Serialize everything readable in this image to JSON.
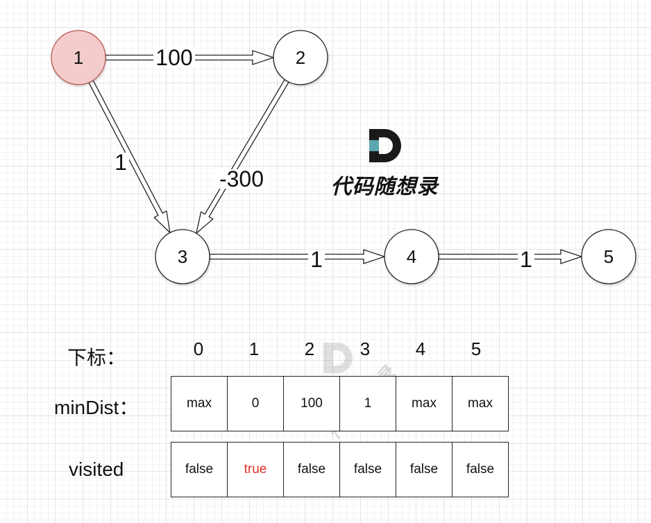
{
  "graph": {
    "nodes": [
      {
        "id": "1",
        "label": "1",
        "highlighted": true
      },
      {
        "id": "2",
        "label": "2",
        "highlighted": false
      },
      {
        "id": "3",
        "label": "3",
        "highlighted": false
      },
      {
        "id": "4",
        "label": "4",
        "highlighted": false
      },
      {
        "id": "5",
        "label": "5",
        "highlighted": false
      }
    ],
    "edges": [
      {
        "from": "1",
        "to": "2",
        "weight": "100"
      },
      {
        "from": "1",
        "to": "3",
        "weight": "1"
      },
      {
        "from": "2",
        "to": "3",
        "weight": "-300"
      },
      {
        "from": "3",
        "to": "4",
        "weight": "1"
      },
      {
        "from": "4",
        "to": "5",
        "weight": "1"
      }
    ]
  },
  "logo": {
    "text": "代码随想录",
    "mark": "D"
  },
  "table": {
    "index_label": "下标：",
    "mindist_label": "minDist：",
    "visited_label": "visited",
    "indices": [
      "0",
      "1",
      "2",
      "3",
      "4",
      "5"
    ],
    "mindist": [
      "max",
      "0",
      "100",
      "1",
      "max",
      "max"
    ],
    "visited": [
      "false",
      "true",
      "false",
      "false",
      "false",
      "false"
    ]
  },
  "colors": {
    "highlight_fill": "#f4cccc",
    "highlight_stroke": "#b85450",
    "true_text": "#e0302a",
    "logo_teal": "#5ba8b0"
  }
}
